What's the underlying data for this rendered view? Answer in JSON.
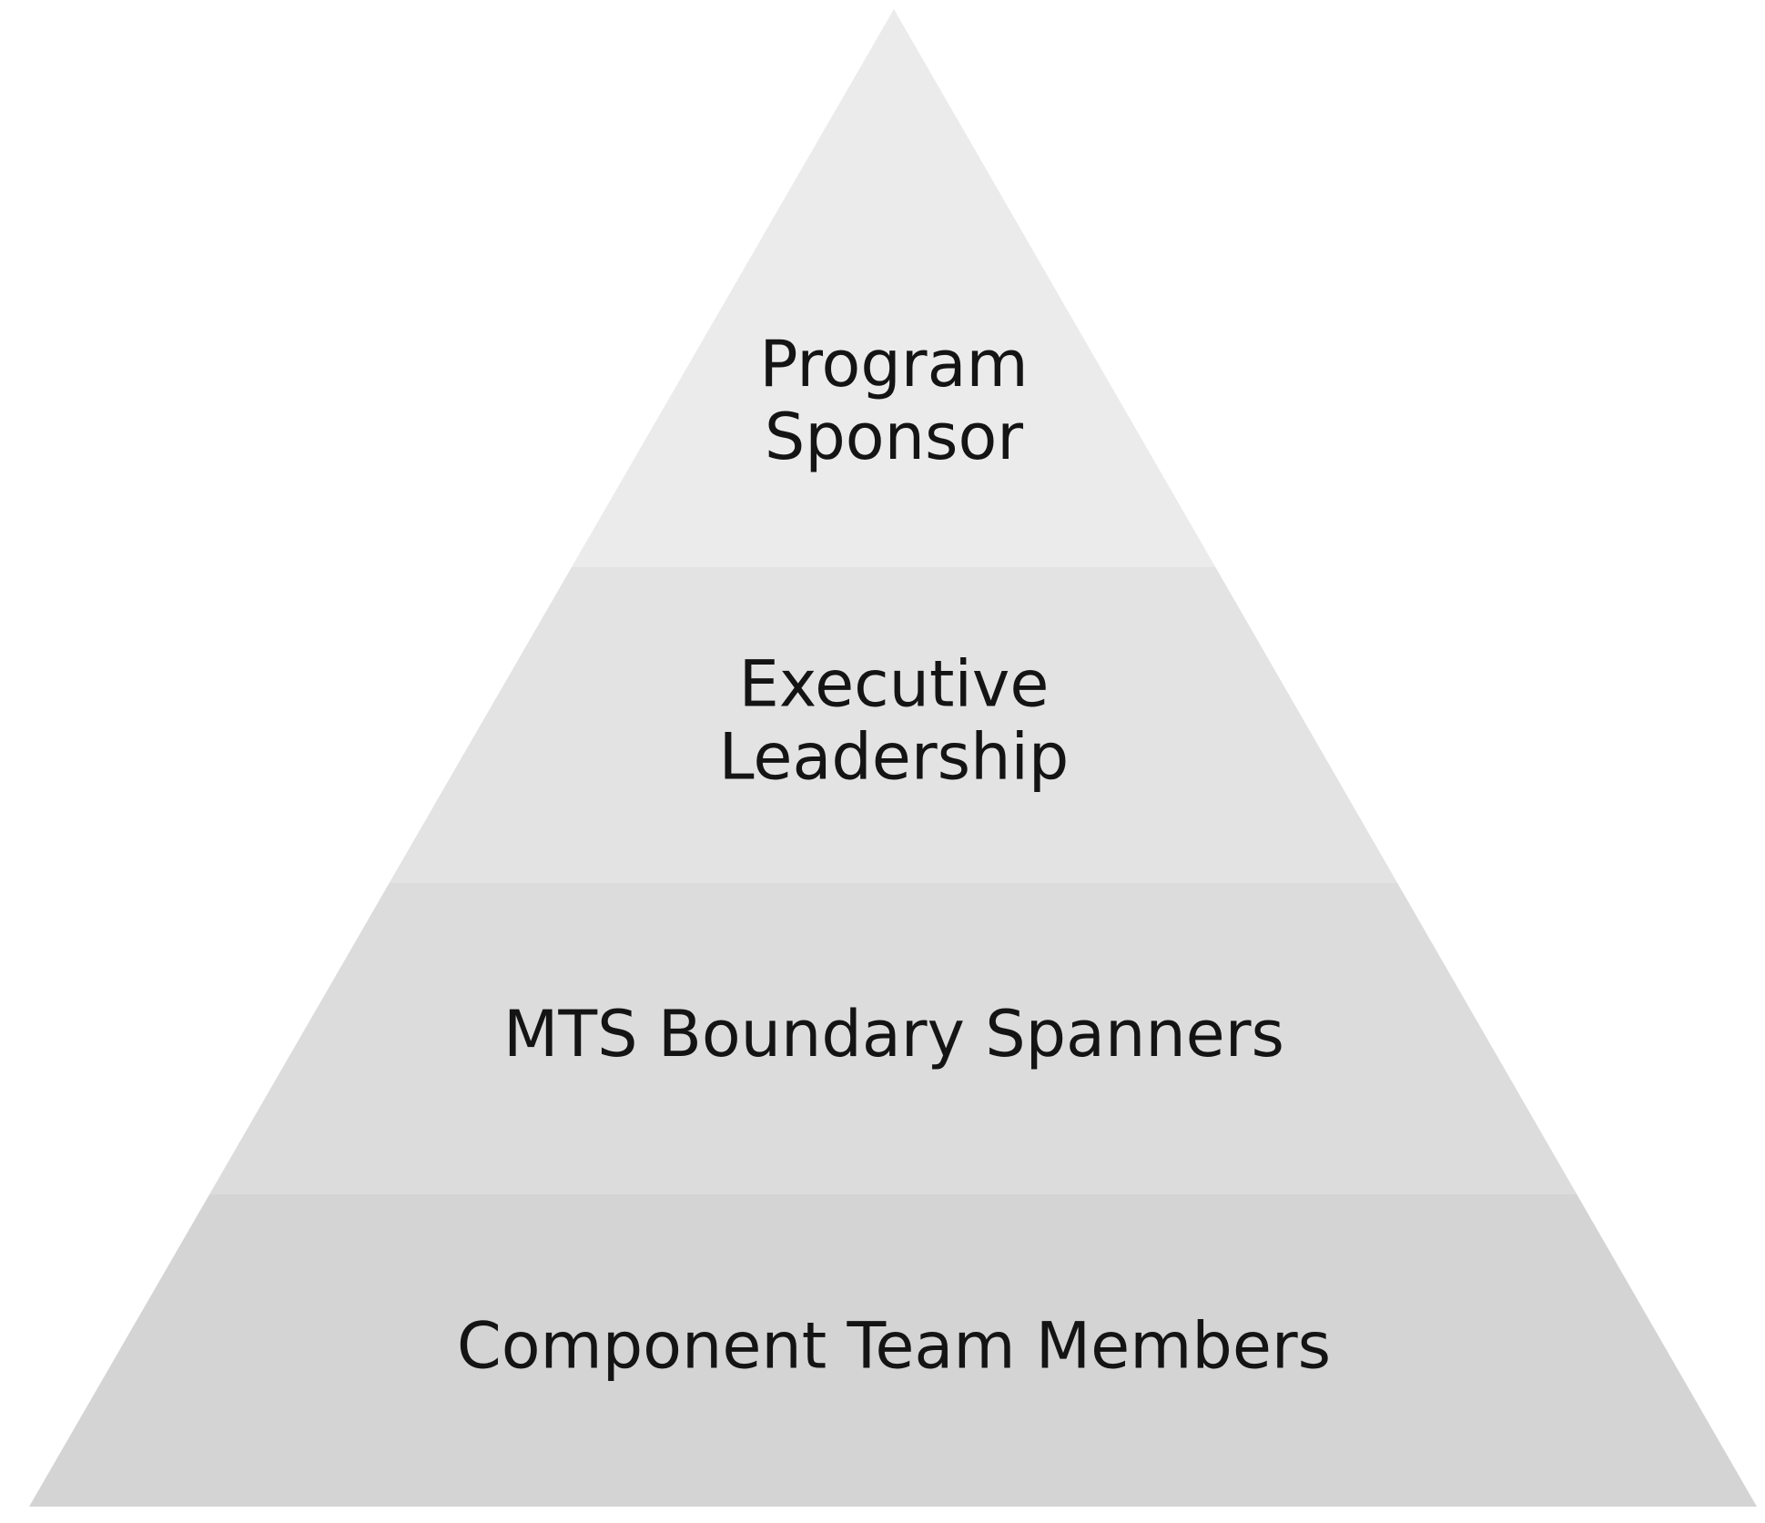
{
  "diagram": {
    "type": "pyramid",
    "tiers": [
      {
        "id": "tier-1",
        "lines": [
          "Program",
          "Sponsor"
        ],
        "fill": "#ebebeb"
      },
      {
        "id": "tier-2",
        "lines": [
          "Executive",
          "Leadership"
        ],
        "fill": "#e3e3e3"
      },
      {
        "id": "tier-3",
        "lines": [
          "MTS Boundary Spanners"
        ],
        "fill": "#dcdcdc"
      },
      {
        "id": "tier-4",
        "lines": [
          "Component Team Members"
        ],
        "fill": "#d4d4d4"
      }
    ]
  }
}
